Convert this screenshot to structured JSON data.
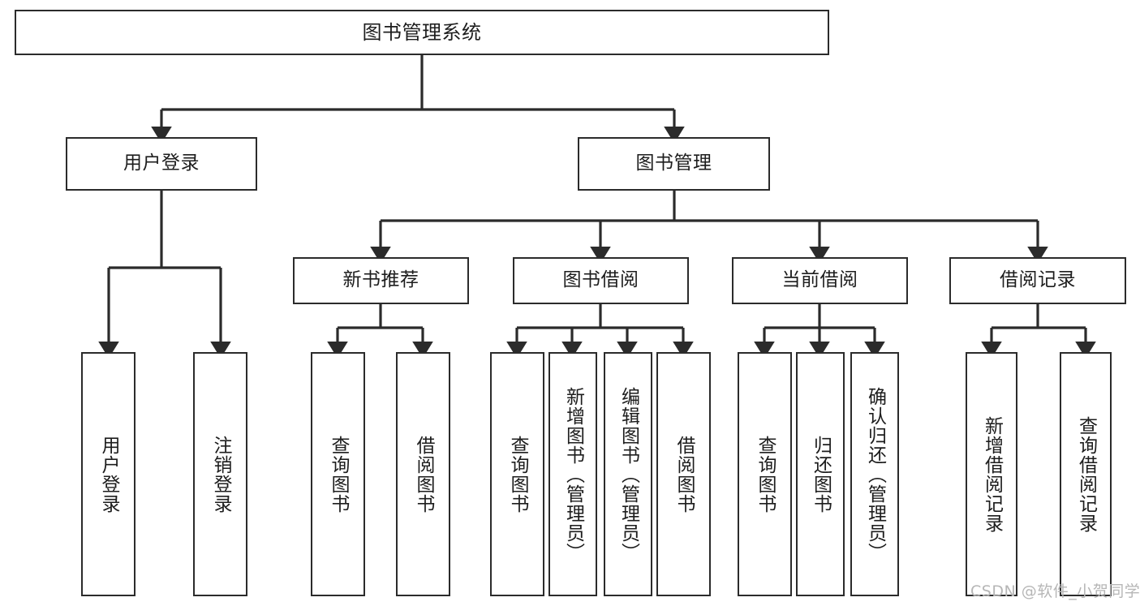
{
  "diagram": {
    "type": "tree-hierarchy",
    "title": "图书管理系统",
    "orientation": "top-down",
    "edge_color": "#2b2b2b",
    "box_border_color": "#2b2b2b",
    "box_fill_color": "#ffffff",
    "background_color": "#ffffff"
  },
  "watermark": {
    "text": "CSDN @软件_小贺同学",
    "color": "#b6b6b6"
  },
  "nodes": {
    "root": {
      "label": "图书管理系统",
      "level": 1
    },
    "user_login": {
      "label": "用户登录",
      "level": 2
    },
    "book_manage": {
      "label": "图书管理",
      "level": 2
    },
    "new_book_rec": {
      "label": "新书推荐",
      "level": 3
    },
    "book_borrow": {
      "label": "图书借阅",
      "level": 3
    },
    "current_borrow": {
      "label": "当前借阅",
      "level": 3
    },
    "borrow_record": {
      "label": "借阅记录",
      "level": 3
    },
    "leaf_user_login": {
      "label": "用户登录",
      "level": 3
    },
    "leaf_logout": {
      "label": "注销登录",
      "level": 3
    },
    "leaf_query_book_1": {
      "label": "查询图书",
      "level": 4
    },
    "leaf_borrow_book_1": {
      "label": "借阅图书",
      "level": 4
    },
    "leaf_query_book_2": {
      "label": "查询图书",
      "level": 4
    },
    "leaf_add_book": {
      "label": "新增图书（管理员）",
      "level": 4
    },
    "leaf_edit_book": {
      "label": "编辑图书（管理员）",
      "level": 4
    },
    "leaf_borrow_book_2": {
      "label": "借阅图书",
      "level": 4
    },
    "leaf_query_book_3": {
      "label": "查询图书",
      "level": 4
    },
    "leaf_return_book": {
      "label": "归还图书",
      "level": 4
    },
    "leaf_confirm_return": {
      "label": "确认归还（管理员）",
      "level": 4
    },
    "leaf_add_record": {
      "label": "新增借阅记录",
      "level": 4
    },
    "leaf_query_record": {
      "label": "查询借阅记录",
      "level": 4
    }
  },
  "edges": [
    {
      "from": "root",
      "to": "user_login"
    },
    {
      "from": "root",
      "to": "book_manage"
    },
    {
      "from": "user_login",
      "to": "leaf_user_login"
    },
    {
      "from": "user_login",
      "to": "leaf_logout"
    },
    {
      "from": "book_manage",
      "to": "new_book_rec"
    },
    {
      "from": "book_manage",
      "to": "book_borrow"
    },
    {
      "from": "book_manage",
      "to": "current_borrow"
    },
    {
      "from": "book_manage",
      "to": "borrow_record"
    },
    {
      "from": "new_book_rec",
      "to": "leaf_query_book_1"
    },
    {
      "from": "new_book_rec",
      "to": "leaf_borrow_book_1"
    },
    {
      "from": "book_borrow",
      "to": "leaf_query_book_2"
    },
    {
      "from": "book_borrow",
      "to": "leaf_add_book"
    },
    {
      "from": "book_borrow",
      "to": "leaf_edit_book"
    },
    {
      "from": "book_borrow",
      "to": "leaf_borrow_book_2"
    },
    {
      "from": "current_borrow",
      "to": "leaf_query_book_3"
    },
    {
      "from": "current_borrow",
      "to": "leaf_return_book"
    },
    {
      "from": "current_borrow",
      "to": "leaf_confirm_return"
    },
    {
      "from": "borrow_record",
      "to": "leaf_add_record"
    },
    {
      "from": "borrow_record",
      "to": "leaf_query_record"
    }
  ]
}
